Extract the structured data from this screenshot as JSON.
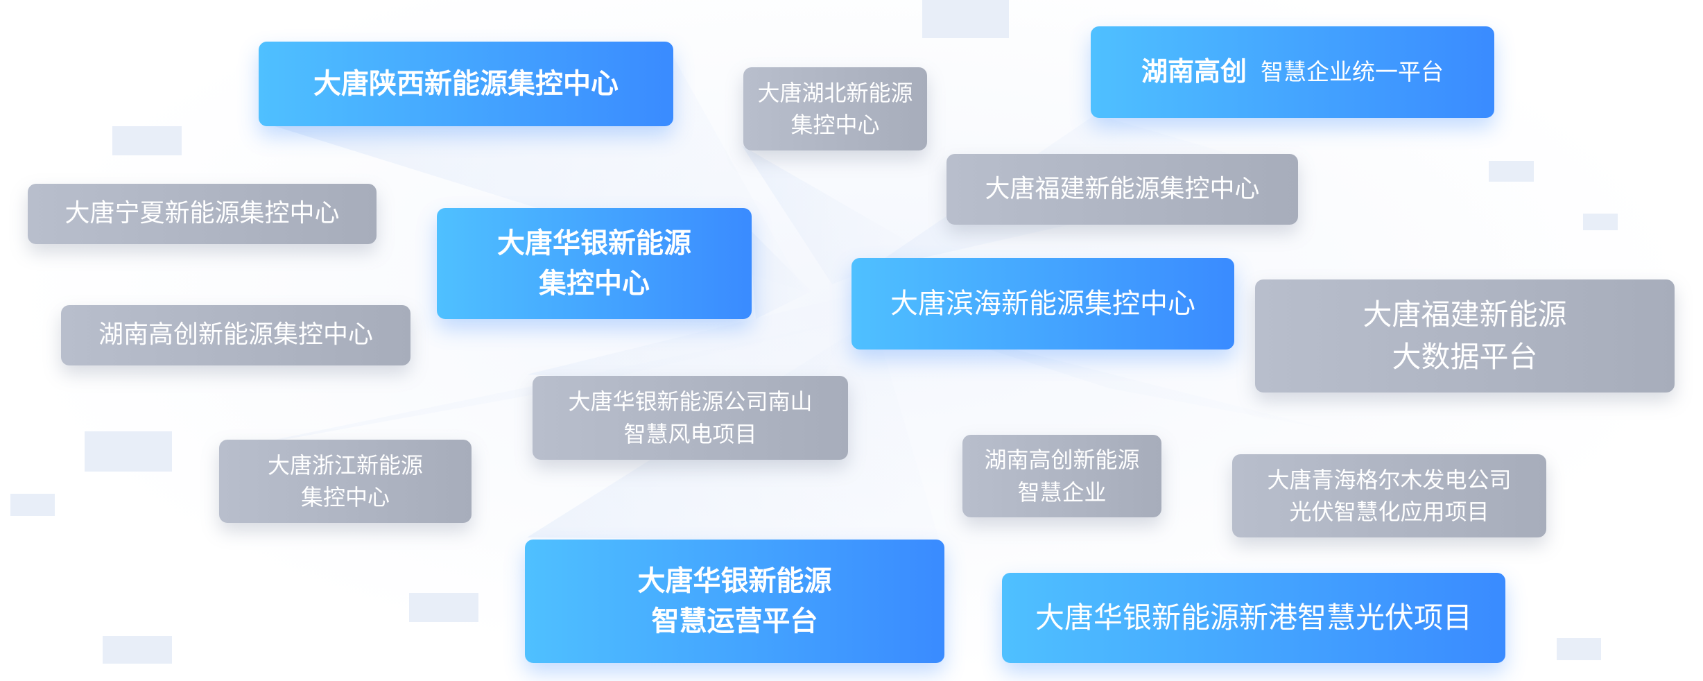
{
  "colors": {
    "blue_start": "#4fc0ff",
    "blue_end": "#3a8bff",
    "gray": "#aeb4c2",
    "decor": "#e8eef8",
    "text": "#ffffff"
  },
  "tags": {
    "shaanxi": "大唐陕西新能源集控中心",
    "hubei": "大唐湖北新能源\n集控中心",
    "hunan_gc_bold": "湖南高创",
    "hunan_gc_rest": "智慧企业统一平台",
    "ningxia": "大唐宁夏新能源集控中心",
    "huayin_center": "大唐华银新能源\n集控中心",
    "fujian_center": "大唐福建新能源集控中心",
    "binhai": "大唐滨海新能源集控中心",
    "fujian_bigdata": "大唐福建新能源\n大数据平台",
    "hunan_center": "湖南高创新能源集控中心",
    "nanshan": "大唐华银新能源公司南山\n智慧风电项目",
    "zhejiang": "大唐浙江新能源\n集控中心",
    "hunan_smart": "湖南高创新能源\n智慧企业",
    "qinghai": "大唐青海格尔木发电公司\n光伏智慧化应用项目",
    "huayin_ops": "大唐华银新能源\n智慧运营平台",
    "xingang": "大唐华银新能源新港智慧光伏项目"
  }
}
